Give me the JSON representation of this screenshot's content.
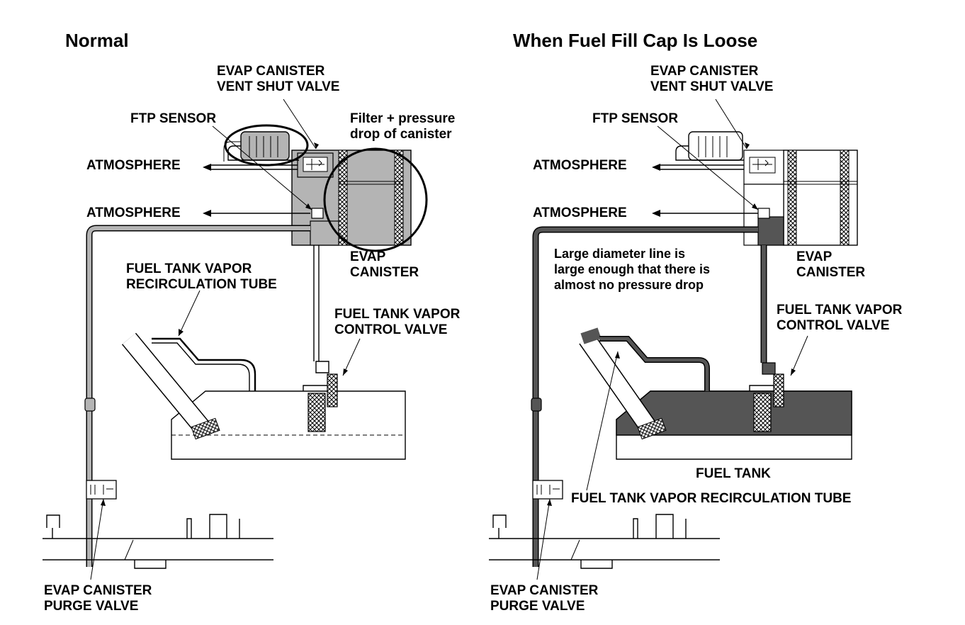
{
  "panels": {
    "left": {
      "title": "Normal",
      "labels": {
        "vent_valve": "EVAP CANISTER\nVENT SHUT VALVE",
        "ftp_sensor": "FTP SENSOR",
        "filter_note": "Filter + pressure\ndrop of canister",
        "atmosphere_top": "ATMOSPHERE",
        "atmosphere_bottom": "ATMOSPHERE",
        "canister": "EVAP\nCANISTER",
        "recirc_tube": "FUEL TANK VAPOR\nRECIRCULATION TUBE",
        "control_valve": "FUEL TANK VAPOR\nCONTROL VALVE",
        "purge_valve": "EVAP CANISTER\nPURGE VALVE"
      }
    },
    "right": {
      "title": "When Fuel Fill Cap Is Loose",
      "labels": {
        "vent_valve": "EVAP CANISTER\nVENT SHUT VALVE",
        "ftp_sensor": "FTP SENSOR",
        "atmosphere_top": "ATMOSPHERE",
        "atmosphere_bottom": "ATMOSPHERE",
        "canister": "EVAP\nCANISTER",
        "line_note": "Large diameter line is\nlarge enough that there is\nalmost no pressure drop",
        "control_valve": "FUEL TANK VAPOR\nCONTROL VALVE",
        "fuel_tank": "FUEL TANK",
        "recirc_tube": "FUEL TANK VAPOR RECIRCULATION TUBE",
        "purge_valve": "EVAP CANISTER\nPURGE VALVE"
      }
    }
  },
  "colors": {
    "normal_fill": "#b4b4b4",
    "loose_fill": "#555555",
    "line": "#000000",
    "background": "#ffffff"
  }
}
